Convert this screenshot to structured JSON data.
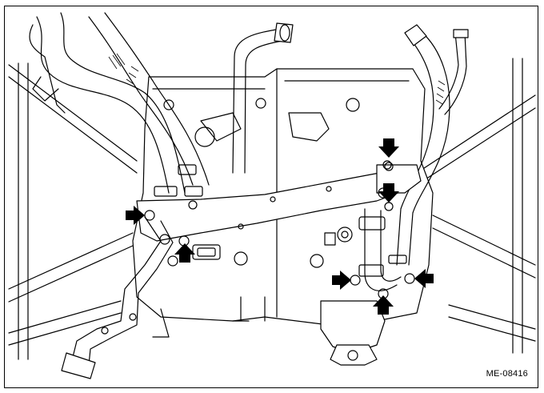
{
  "figure": {
    "code": "ME-08416",
    "line_color": "#000000",
    "background": "#ffffff"
  },
  "callouts": [
    {
      "id": "bolt-upper-right",
      "direction": "down"
    },
    {
      "id": "bolt-right-mid",
      "direction": "down"
    },
    {
      "id": "bolt-left",
      "direction": "right"
    },
    {
      "id": "bolt-left-lower",
      "direction": "up"
    },
    {
      "id": "bolt-lower-right-a",
      "direction": "right"
    },
    {
      "id": "bolt-lower-right-b",
      "direction": "left"
    },
    {
      "id": "bolt-lower-right-c",
      "direction": "up"
    }
  ]
}
